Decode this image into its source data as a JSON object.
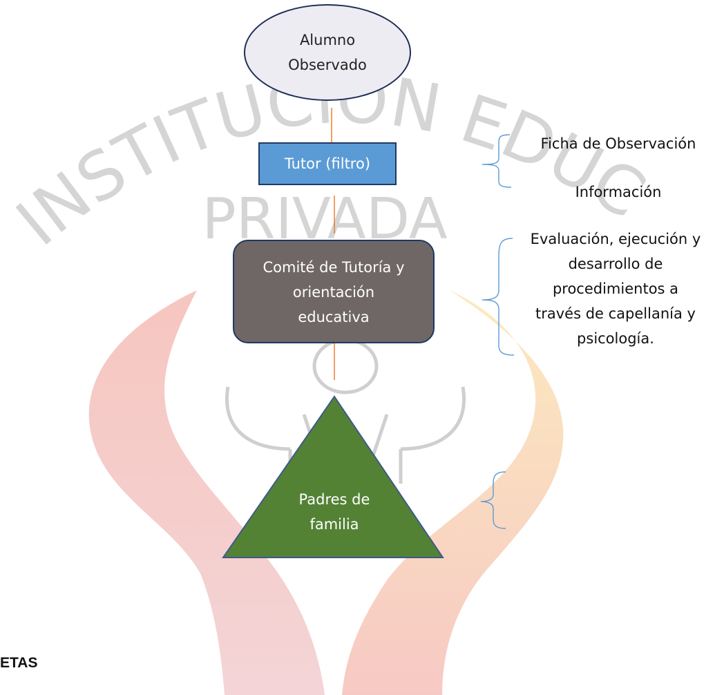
{
  "watermark": {
    "arc_text": "INSTITUCION EDUCATIVA",
    "line2": "PRIVADA"
  },
  "nodes": {
    "student": {
      "line1": "Alumno",
      "line2": "Observado"
    },
    "tutor": {
      "label": "Tutor (filtro)"
    },
    "committee": {
      "line1": "Comité de Tutoría y",
      "line2": "orientación",
      "line3": "educativa"
    },
    "parents": {
      "line1": "Padres de",
      "line2": "familia"
    }
  },
  "annotations": {
    "tutor": {
      "item1": "Ficha de Observación",
      "item2": "Información"
    },
    "committee": {
      "line1": "Evaluación, ejecución y",
      "line2": "desarrollo de",
      "line3": "procedimientos a",
      "line4": "través de capellanía y",
      "line5": "psicología."
    }
  },
  "footer": {
    "partial_heading": "ETAS"
  },
  "colors": {
    "student_fill": "#ececf2",
    "tutor_fill": "#5b9bd5",
    "committee_fill": "#6f6766",
    "parents_fill": "#548235",
    "connector": "#ed7d31",
    "brace": "#5b9bd5",
    "outline": "#1f3864"
  }
}
